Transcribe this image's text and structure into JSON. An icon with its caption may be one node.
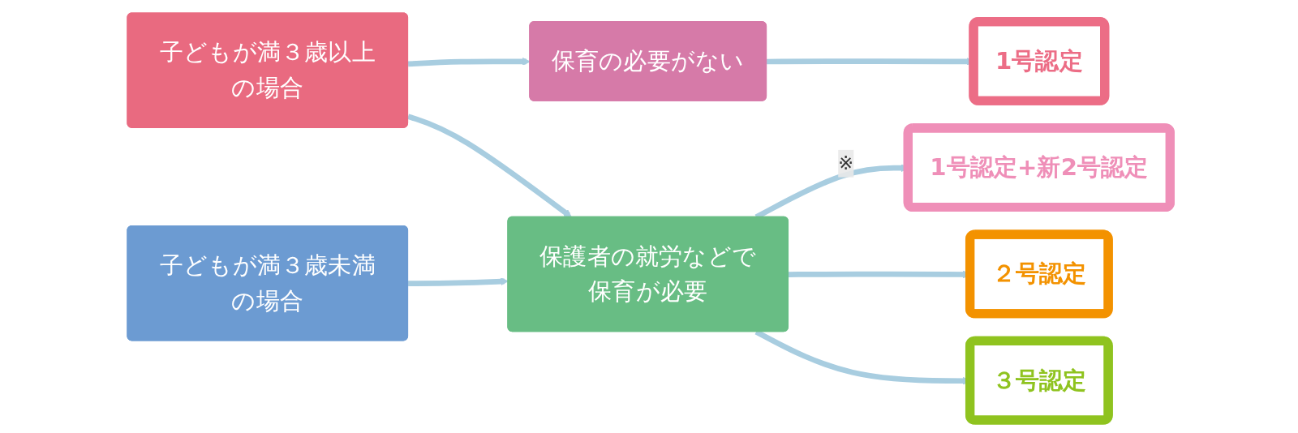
{
  "diagram": {
    "nodes": [
      {
        "text": [
          "子どもが満３歳以上の場合"
        ]
      },
      {
        "text": [
          "子どもが満３歳未満の場合"
        ]
      },
      {
        "text": [
          "保育の必要がない"
        ]
      },
      {
        "text": [
          "保護者の就労などで保育が必要"
        ]
      },
      {
        "text": [
          "1号認定"
        ]
      },
      {
        "text": [
          "1号認定+新2号認定"
        ]
      },
      {
        "text": [
          "２号認定"
        ]
      },
      {
        "text": [
          "３号認定"
        ]
      }
    ],
    "edges": [
      {
        "from": 0,
        "to": 2,
        "arrow": "to"
      },
      {
        "from": 0,
        "to": 3,
        "arrow": "to"
      },
      {
        "from": 1,
        "to": 3,
        "arrow": "to"
      },
      {
        "from": 2,
        "to": 4,
        "arrow": "to"
      },
      {
        "from": 3,
        "to": 5,
        "arrow": "to",
        "label": "※"
      },
      {
        "from": 3,
        "to": 6,
        "arrow": "to"
      },
      {
        "from": 3,
        "to": 7,
        "arrow": "to"
      }
    ]
  }
}
